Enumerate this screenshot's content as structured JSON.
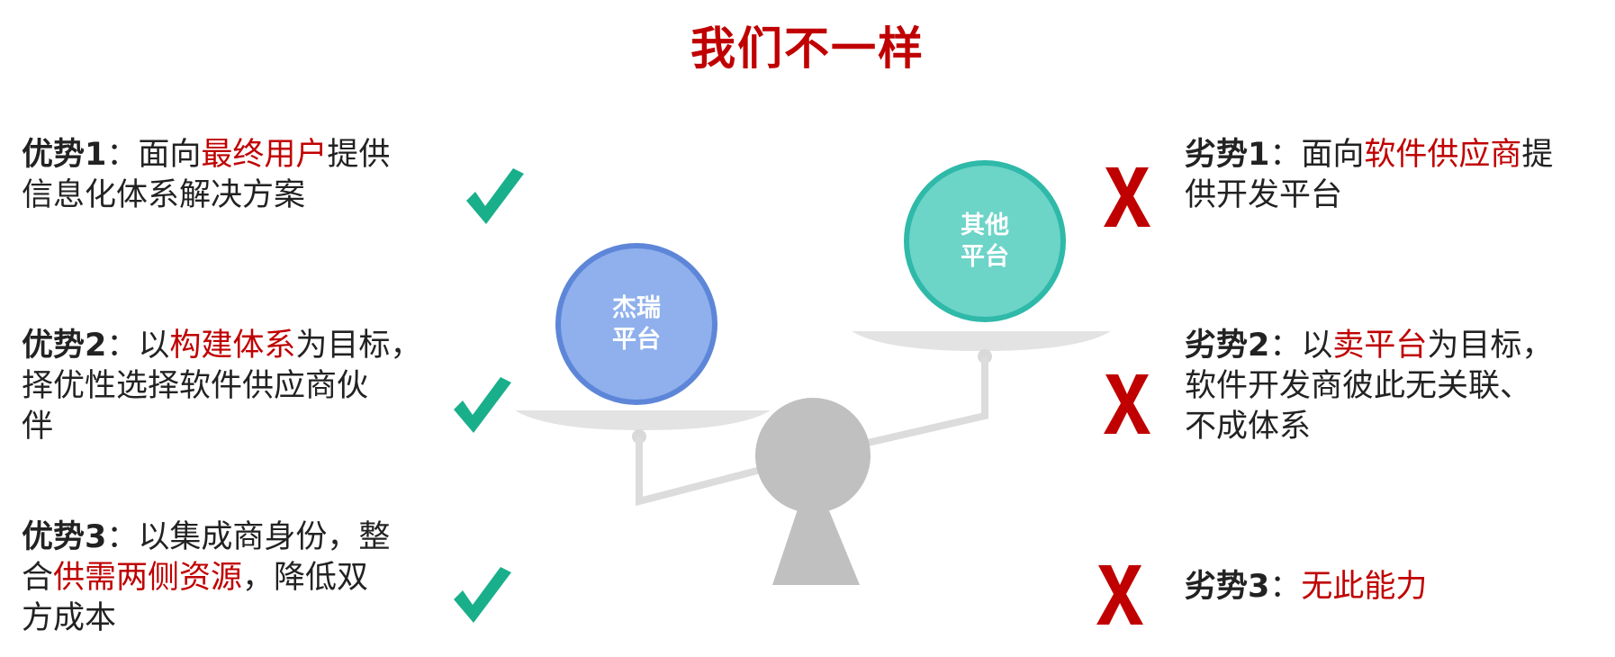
{
  "title": "我们不一样",
  "colors": {
    "title": "#c00000",
    "highlight": "#c00000",
    "check": "#1aaf8b",
    "cross": "#c00000",
    "jierui_ball": "#8fb0ec",
    "jierui_ring": "#5e86d8",
    "other_ball": "#6dd4c8",
    "other_ring": "#2fb9a9",
    "scale": "#c0c0c0",
    "pan": "#e3e3e3"
  },
  "left": [
    {
      "label": "优势1",
      "sep": "：",
      "pre": "面向",
      "hl": "最终用户",
      "post": "提供",
      "line2": "信息化体系解决方案",
      "line3": "",
      "mark": "check-icon"
    },
    {
      "label": "优势2",
      "sep": "：",
      "pre": "以",
      "hl": "构建体系",
      "post": "为目标，",
      "line2": "择优性选择软件供应商伙",
      "line3": "伴",
      "mark": "check-icon"
    },
    {
      "label": "优势3",
      "sep": "：",
      "pre": "以集成商身份，整",
      "hl": "",
      "post": "",
      "line2_pre": "合",
      "line2_hl": "供需两侧资源",
      "line2_post": "，降低双",
      "line3": "方成本",
      "mark": "check-icon"
    }
  ],
  "right": [
    {
      "label": "劣势1",
      "sep": "：",
      "pre": "面向",
      "hl": "软件供应商",
      "post": "提",
      "line2": "供开发平台",
      "line3": "",
      "mark": "cross-icon"
    },
    {
      "label": "劣势2",
      "sep": "：",
      "pre": "以",
      "hl": "卖平台",
      "post": "为目标，",
      "line2": "软件开发商彼此无关联、",
      "line3": "不成体系",
      "mark": "cross-icon"
    },
    {
      "label": "劣势3",
      "sep": "：",
      "pre": "",
      "hl": "无此能力",
      "post": "",
      "line2": "",
      "line3": "",
      "mark": "cross-icon"
    }
  ],
  "scale": {
    "left_ball": {
      "line1": "杰瑞",
      "line2": "平台"
    },
    "right_ball": {
      "line1": "其他",
      "line2": "平台"
    }
  }
}
